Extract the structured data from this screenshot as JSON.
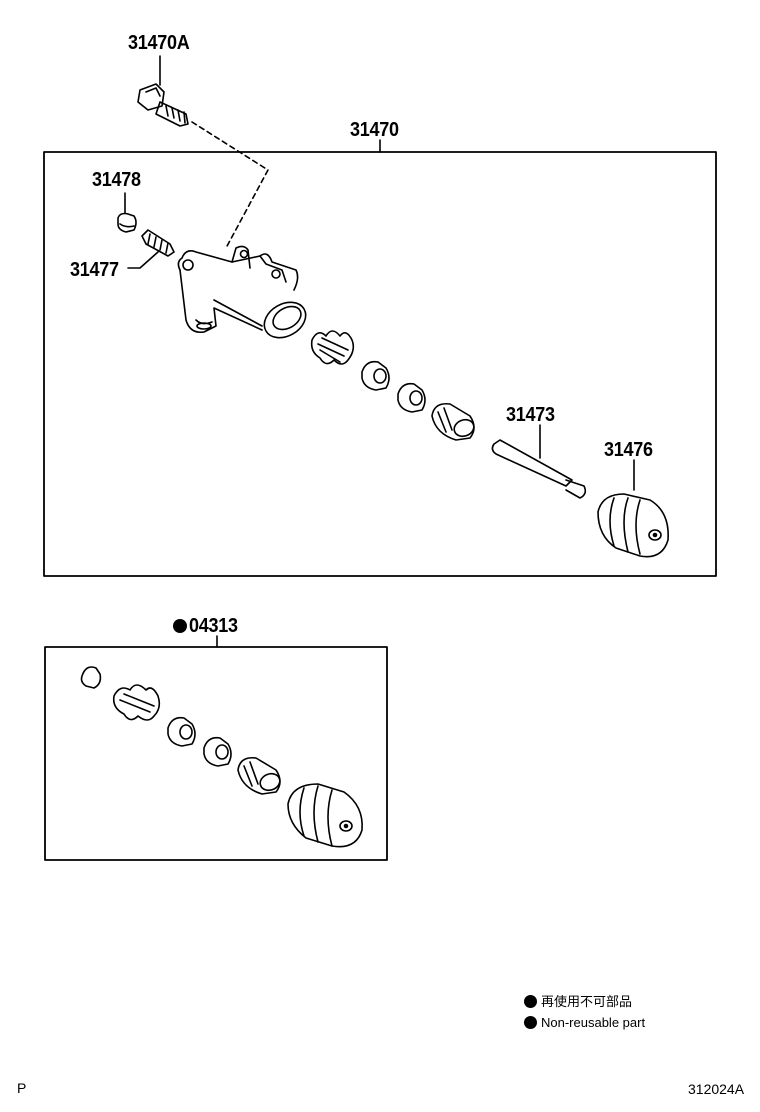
{
  "labels": {
    "bolt": "31470A",
    "assembly": "31470",
    "cap": "31478",
    "bleeder_plug": "31477",
    "push_rod": "31473",
    "boot": "31476",
    "kit": "04313"
  },
  "legend": {
    "jp": "再使用不可部品",
    "en": "Non-reusable part"
  },
  "footer": {
    "left": "P",
    "right": "312024A"
  },
  "colors": {
    "ink": "#000000",
    "background": "#ffffff"
  },
  "icons": {
    "non_reusable_marker": "filled-circle-icon"
  }
}
